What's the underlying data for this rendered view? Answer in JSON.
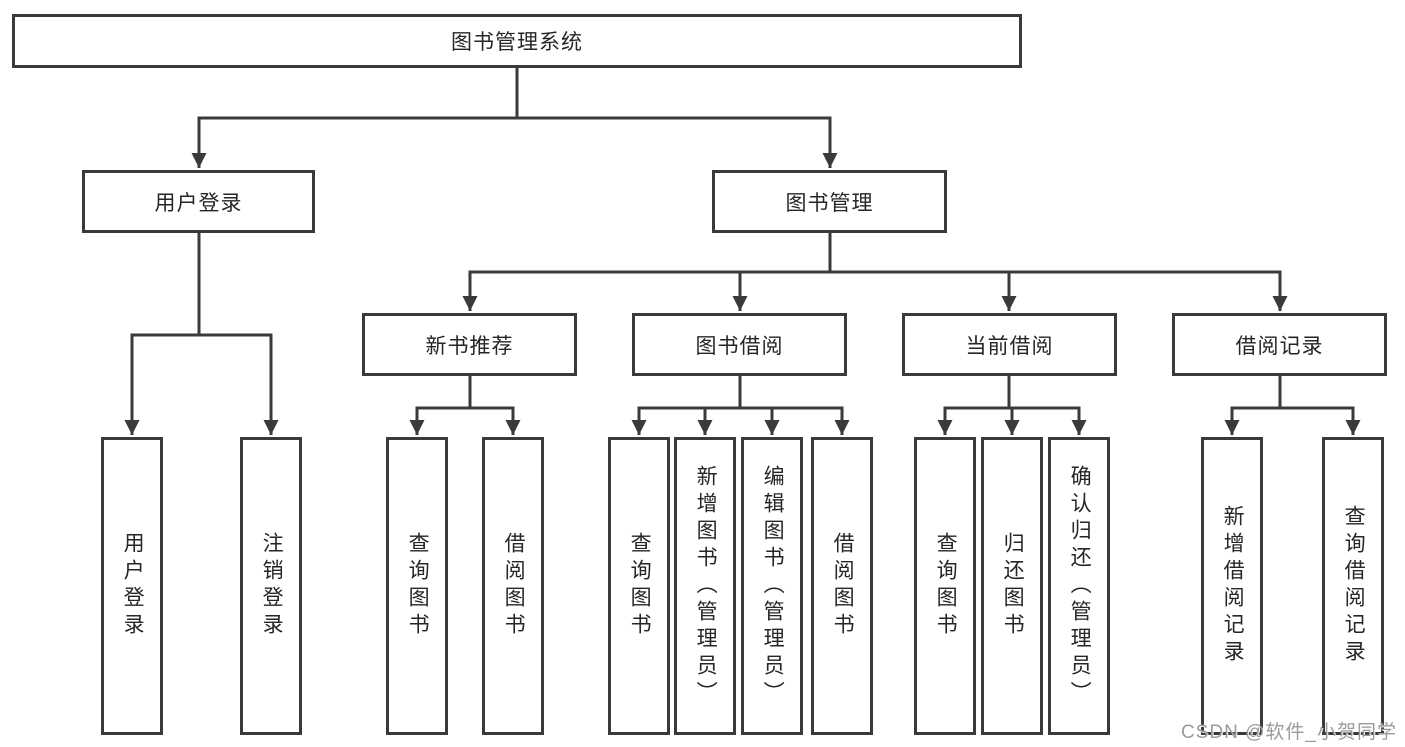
{
  "tree": {
    "root": {
      "label": "图书管理系统",
      "children": [
        {
          "label": "用户登录",
          "children": [
            {
              "label": "用户登录"
            },
            {
              "label": "注销登录"
            }
          ]
        },
        {
          "label": "图书管理",
          "children": [
            {
              "label": "新书推荐",
              "children": [
                {
                  "label": "查询图书"
                },
                {
                  "label": "借阅图书"
                }
              ]
            },
            {
              "label": "图书借阅",
              "children": [
                {
                  "label": "查询图书"
                },
                {
                  "label": "新增图书（管理员）"
                },
                {
                  "label": "编辑图书（管理员）"
                },
                {
                  "label": "借阅图书"
                }
              ]
            },
            {
              "label": "当前借阅",
              "children": [
                {
                  "label": "查询图书"
                },
                {
                  "label": "归还图书"
                },
                {
                  "label": "确认归还（管理员）"
                }
              ]
            },
            {
              "label": "借阅记录",
              "children": [
                {
                  "label": "新增借阅记录"
                },
                {
                  "label": "查询借阅记录"
                }
              ]
            }
          ]
        }
      ]
    }
  },
  "watermark": {
    "text": "CSDN @软件_小贺同学"
  },
  "colors": {
    "line": "#3a3a3a",
    "box_border": "#3a3a3a",
    "box_fill": "#ffffff",
    "text": "#262626",
    "background": "#ffffff",
    "watermark": "#9b9b9b"
  }
}
